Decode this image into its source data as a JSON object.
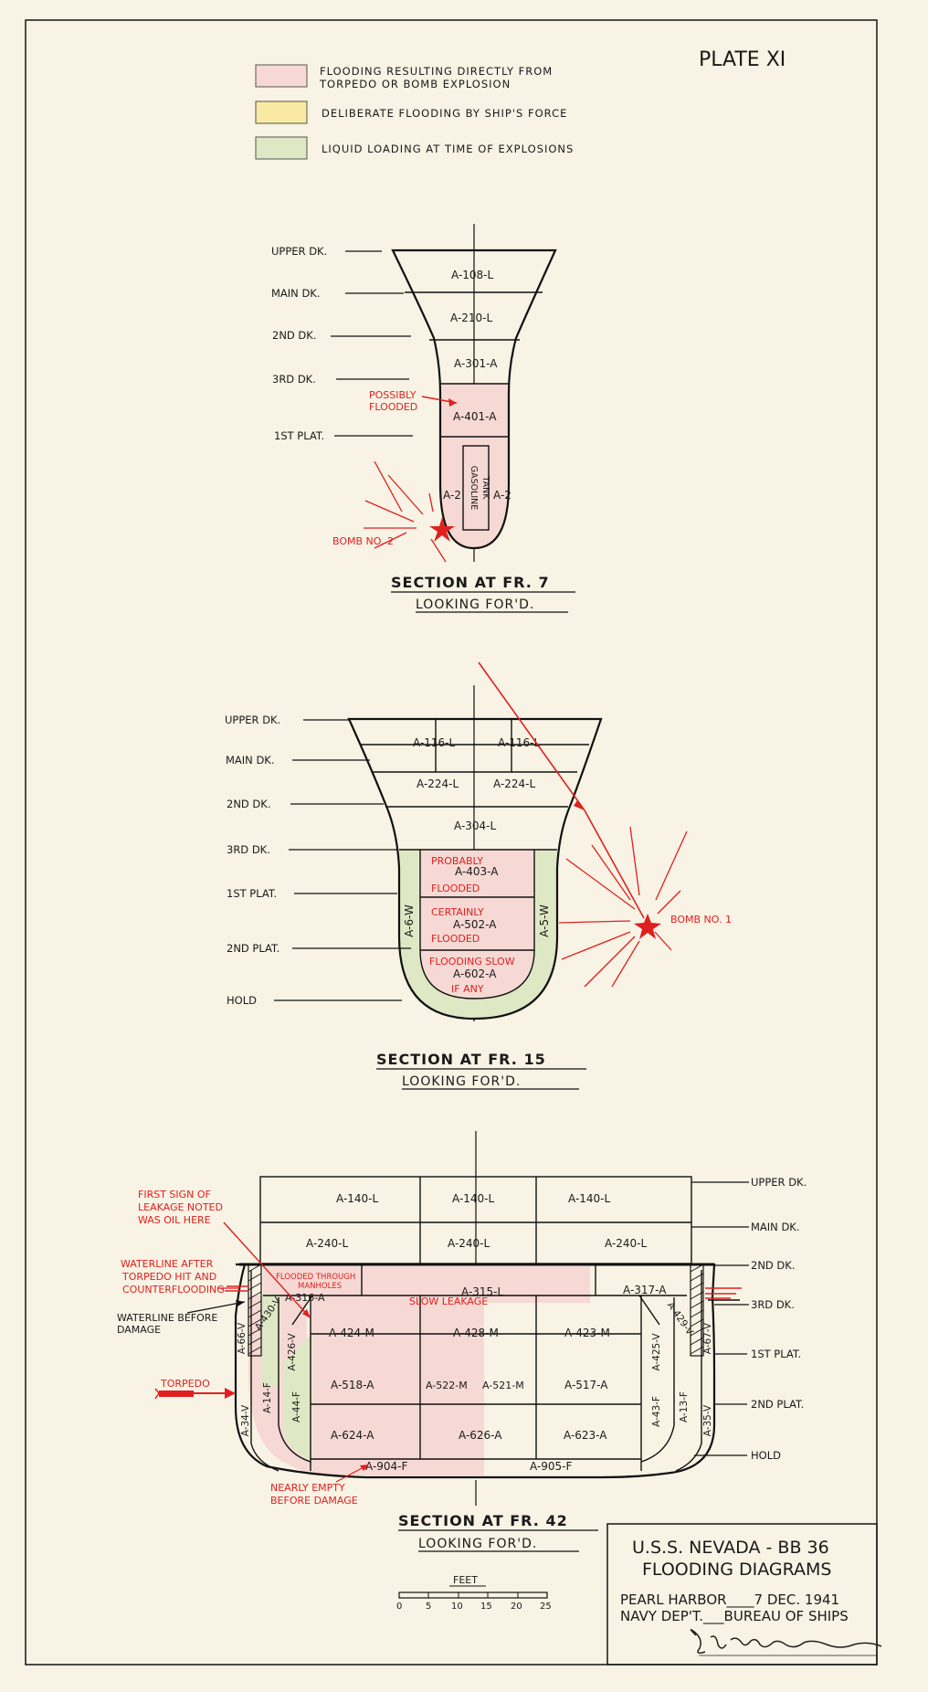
{
  "plate": "PLATE XI",
  "legend": [
    {
      "line1": "FLOODING RESULTING DIRECTLY FROM",
      "line2": "TORPEDO OR BOMB EXPLOSION",
      "color": "#f6d9d4"
    },
    {
      "line1": "DELIBERATE FLOODING BY SHIP'S FORCE",
      "line2": "",
      "color": "#f8eaa2"
    },
    {
      "line1": "LIQUID LOADING AT TIME OF EXPLOSIONS",
      "line2": "",
      "color": "#dfe8c4"
    }
  ],
  "colors": {
    "paper": "#f8f3e4",
    "flood": "#f6d9d4",
    "deliberate": "#f8eaa2",
    "liquid": "#dfe8c4",
    "annotation": "#e02020",
    "ink": "#111111"
  },
  "sec7": {
    "decks": [
      "UPPER DK.",
      "MAIN DK.",
      "2ND DK.",
      "3RD DK.",
      "1ST PLAT."
    ],
    "compartments": [
      "A-108-L",
      "A-210-L",
      "A-301-A",
      "A-401-A",
      "A-2",
      "A-2",
      "GASOLINE",
      "TANK"
    ],
    "notes": {
      "possibly": "POSSIBLY",
      "flooded": "FLOODED",
      "bomb": "BOMB NO. 2"
    },
    "title": "SECTION AT FR. 7",
    "subtitle": "LOOKING FOR'D."
  },
  "sec15": {
    "decks": [
      "UPPER DK.",
      "MAIN DK.",
      "2ND DK.",
      "3RD DK.",
      "1ST PLAT.",
      "2ND PLAT.",
      "HOLD"
    ],
    "compartments": [
      "A-116-L",
      "A-116-L",
      "A-224-L",
      "A-224-L",
      "A-304-L",
      "A-403-A",
      "A-502-A",
      "A-602-A",
      "A-6-W",
      "A-5-W"
    ],
    "notes": [
      "PROBABLY",
      "FLOODED",
      "CERTAINLY",
      "FLOODED",
      "FLOODING SLOW",
      "IF ANY",
      "BOMB NO. 1"
    ],
    "title": "SECTION AT FR. 15",
    "subtitle": "LOOKING FOR'D."
  },
  "sec42": {
    "decks": [
      "UPPER DK.",
      "MAIN DK.",
      "2ND DK.",
      "3RD DK.",
      "1ST PLAT.",
      "2ND PLAT.",
      "HOLD"
    ],
    "compartments": [
      "A-140-L",
      "A-140-L",
      "A-140-L",
      "A-240-L",
      "A-240-L",
      "A-240-L",
      "A-316-A",
      "A-315-L",
      "A-317-A",
      "A-424-M",
      "A-428-M",
      "A-423-M",
      "A-518-A",
      "A-522-M",
      "A-521-M",
      "A-517-A",
      "A-624-A",
      "A-626-A",
      "A-623-A",
      "A-904-F",
      "A-905-F",
      "A-66-V",
      "A-430-V",
      "A-426-V",
      "A-14-F",
      "A-44-F",
      "A-34-V",
      "A-425-V",
      "A-429-V",
      "A-67-V",
      "A-43-F",
      "A-13-F",
      "A-35-V"
    ],
    "notes": [
      "FIRST SIGN OF",
      "LEAKAGE NOTED",
      "WAS OIL HERE",
      "WATERLINE AFTER",
      "TORPEDO HIT AND",
      "COUNTERFLOODING",
      "FLOODED THROUGH",
      "MANHOLES",
      "SLOW LEAKAGE",
      "TORPEDO",
      "NEARLY EMPTY",
      "BEFORE DAMAGE"
    ],
    "waterline_before": [
      "WATERLINE BEFORE",
      "DAMAGE"
    ],
    "title": "SECTION AT FR. 42",
    "subtitle": "LOOKING FOR'D."
  },
  "scale": {
    "label": "FEET",
    "ticks": [
      "0",
      "5",
      "10",
      "15",
      "20",
      "25"
    ]
  },
  "titleblock": {
    "ship": "U.S.S. NEVADA - BB 36",
    "title": "FLOODING DIAGRAMS",
    "line1": "PEARL HARBOR____7 DEC. 1941",
    "line2": "NAVY DEP'T.___BUREAU OF SHIPS"
  }
}
